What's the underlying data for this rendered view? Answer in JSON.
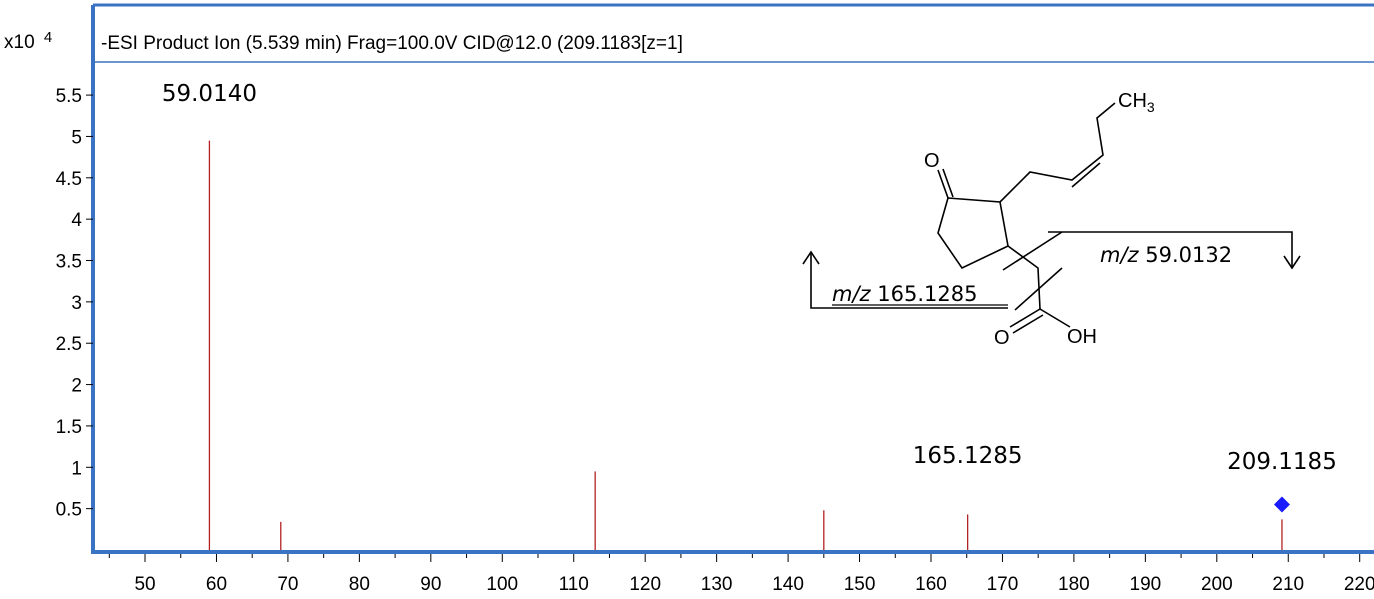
{
  "header": {
    "multiplier_base": "x10",
    "multiplier_exp": "4",
    "title": "-ESI Product Ion (5.539 min) Frag=100.0V CID@12.0 (209.1183[z=1]"
  },
  "chart_data": {
    "type": "bar",
    "xlim": [
      43,
      222
    ],
    "ylim": [
      0,
      5.9
    ],
    "y_unit_multiplier": 10000,
    "x_ticks": [
      50,
      60,
      70,
      80,
      90,
      100,
      110,
      120,
      130,
      140,
      150,
      160,
      170,
      180,
      190,
      200,
      210,
      220
    ],
    "y_ticks": [
      {
        "value": 0.5,
        "label": "0.5"
      },
      {
        "value": 1,
        "label": "1"
      },
      {
        "value": 1.5,
        "label": "1.5"
      },
      {
        "value": 2,
        "label": "2"
      },
      {
        "value": 2.5,
        "label": "2.5"
      },
      {
        "value": 3,
        "label": "3"
      },
      {
        "value": 3.5,
        "label": "3.5"
      },
      {
        "value": 4,
        "label": "4"
      },
      {
        "value": 4.5,
        "label": "4.5"
      },
      {
        "value": 5,
        "label": "5"
      },
      {
        "value": 5.5,
        "label": "5.5"
      }
    ],
    "peaks": [
      {
        "mz": 59.014,
        "intensity": 4.95
      },
      {
        "mz": 69.0,
        "intensity": 0.34
      },
      {
        "mz": 113.0,
        "intensity": 0.95
      },
      {
        "mz": 145.0,
        "intensity": 0.48
      },
      {
        "mz": 165.1285,
        "intensity": 0.43
      },
      {
        "mz": 209.1185,
        "intensity": 0.37
      }
    ],
    "labels": [
      {
        "text": "59.0140",
        "mz": 59.014,
        "intensity": 5.43
      },
      {
        "text": "165.1285",
        "mz": 165.1285,
        "intensity": 1.05
      },
      {
        "text": "209.1185",
        "mz": 209.1185,
        "intensity": 0.98
      }
    ],
    "precursor_marker": {
      "mz": 209.1185,
      "intensity": 0.55,
      "color": "#1a1aff"
    },
    "peak_color": "#b22222",
    "frame_color": "#3b73c4"
  },
  "structure": {
    "atoms": {
      "ketone_o": "O",
      "acid_o": "O",
      "hydroxyl": "OH",
      "methyl": "CH",
      "methyl_sub": "3"
    },
    "fragments": [
      {
        "prefix": "m/z",
        "value": "59.0132"
      },
      {
        "prefix": "m/z",
        "value": "165.1285"
      }
    ]
  }
}
